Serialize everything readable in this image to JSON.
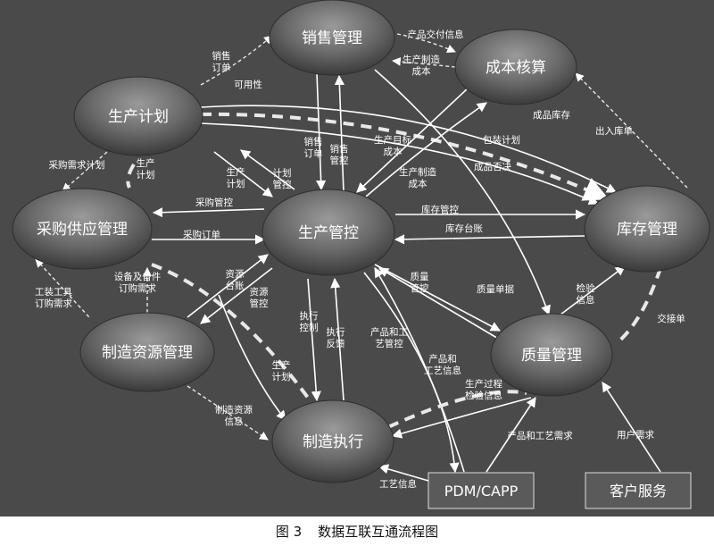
{
  "figure": {
    "number": "图 3",
    "title": "数据互联互通流程图"
  },
  "colors": {
    "background": "#4a4a4a",
    "node_fill_center": "#8a8a8a",
    "node_fill_edge": "#3e3e3e",
    "line": "#ffffff",
    "dashed": "#e8e8e8"
  },
  "nodes": [
    {
      "id": "sales",
      "label": "销售管理"
    },
    {
      "id": "cost",
      "label": "成本核算"
    },
    {
      "id": "plan",
      "label": "生产计划"
    },
    {
      "id": "purchase",
      "label": "采购供应管理"
    },
    {
      "id": "control",
      "label": "生产管控"
    },
    {
      "id": "inventory",
      "label": "库存管理"
    },
    {
      "id": "resource",
      "label": "制造资源管理"
    },
    {
      "id": "quality",
      "label": "质量管理"
    },
    {
      "id": "execution",
      "label": "制造执行"
    },
    {
      "id": "pdm",
      "label": "PDM/CAPP"
    },
    {
      "id": "service",
      "label": "客户服务"
    }
  ],
  "edge_labels": [
    {
      "id": "sales-cost-top",
      "lines": [
        "产品交付信息"
      ]
    },
    {
      "id": "cost-sales",
      "lines": [
        "生产制造",
        "成本"
      ]
    },
    {
      "id": "plan-sales-order",
      "lines": [
        "销售",
        "订单"
      ]
    },
    {
      "id": "plan-sales-capacity",
      "lines": [
        "可用性"
      ]
    },
    {
      "id": "cost-inventory",
      "lines": [
        "成品库存"
      ]
    },
    {
      "id": "inventory-cost",
      "lines": [
        "出入库单"
      ]
    },
    {
      "id": "plan-purchase",
      "lines": [
        "采购需求计划"
      ]
    },
    {
      "id": "sales-control-order",
      "lines": [
        "销售",
        "订单"
      ]
    },
    {
      "id": "sales-control",
      "lines": [
        "销售",
        "管控"
      ]
    },
    {
      "id": "cost-target",
      "lines": [
        "生产目标",
        "成本"
      ]
    },
    {
      "id": "packing",
      "lines": [
        "包装计划"
      ]
    },
    {
      "id": "finished-decision",
      "lines": [
        "成品否决"
      ]
    },
    {
      "id": "plan-control",
      "lines": [
        "生产",
        "计划"
      ]
    },
    {
      "id": "plan-control-mgmt",
      "lines": [
        "计划",
        "管控"
      ]
    },
    {
      "id": "cost-mfg",
      "lines": [
        "生产制造",
        "成本"
      ]
    },
    {
      "id": "plan-purchase-2",
      "lines": [
        "生产",
        "计划"
      ]
    },
    {
      "id": "purchase-control",
      "lines": [
        "采购管控"
      ]
    },
    {
      "id": "purchase-order",
      "lines": [
        "采购订单"
      ]
    },
    {
      "id": "control-inventory",
      "lines": [
        "库存管控"
      ]
    },
    {
      "id": "inventory-control",
      "lines": [
        "库存台账"
      ]
    },
    {
      "id": "resource-purchase",
      "lines": [
        "设备及备件",
        "订购需求"
      ]
    },
    {
      "id": "resource-ledger",
      "lines": [
        "资源",
        "台账"
      ]
    },
    {
      "id": "resource-control",
      "lines": [
        "资源",
        "管控"
      ]
    },
    {
      "id": "tool-order",
      "lines": [
        "工装工具",
        "订购需求"
      ]
    },
    {
      "id": "quality-control",
      "lines": [
        "质量",
        "管控"
      ]
    },
    {
      "id": "quality-doc",
      "lines": [
        "质量单据"
      ]
    },
    {
      "id": "quality-inventory",
      "lines": [
        "检验",
        "信息"
      ]
    },
    {
      "id": "inventory-quality",
      "lines": [
        "交接单"
      ]
    },
    {
      "id": "exec-control",
      "lines": [
        "执行",
        "控制"
      ]
    },
    {
      "id": "exec-feedback",
      "lines": [
        "执行",
        "反馈"
      ]
    },
    {
      "id": "process-control",
      "lines": [
        "产品和工",
        "艺管控"
      ]
    },
    {
      "id": "product-info",
      "lines": [
        "产品和",
        "工艺信息"
      ]
    },
    {
      "id": "exec-plan",
      "lines": [
        "生产",
        "计划"
      ]
    },
    {
      "id": "process-inspect",
      "lines": [
        "生产过程",
        "检验信息"
      ]
    },
    {
      "id": "pdm-quality",
      "lines": [
        "产品和工艺需求"
      ]
    },
    {
      "id": "service-quality",
      "lines": [
        "用户需求"
      ]
    },
    {
      "id": "resource-exec",
      "lines": [
        "制造资源",
        "信息"
      ]
    },
    {
      "id": "pdm-exec",
      "lines": [
        "工艺信息"
      ]
    }
  ]
}
